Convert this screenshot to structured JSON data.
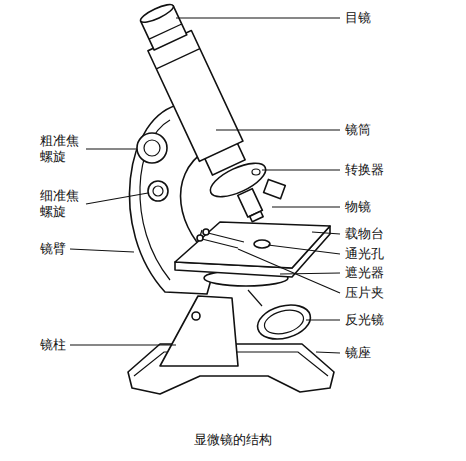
{
  "diagram": {
    "caption": "显微镜的结构",
    "labels": [
      "目镜",
      "镜筒",
      "转换器",
      "物镜",
      "载物台",
      "通光孔",
      "遮光器",
      "压片夹",
      "反光镜",
      "镜座",
      "粗准焦螺旋",
      "细准焦螺旋",
      "镜臂",
      "镜柱"
    ]
  }
}
